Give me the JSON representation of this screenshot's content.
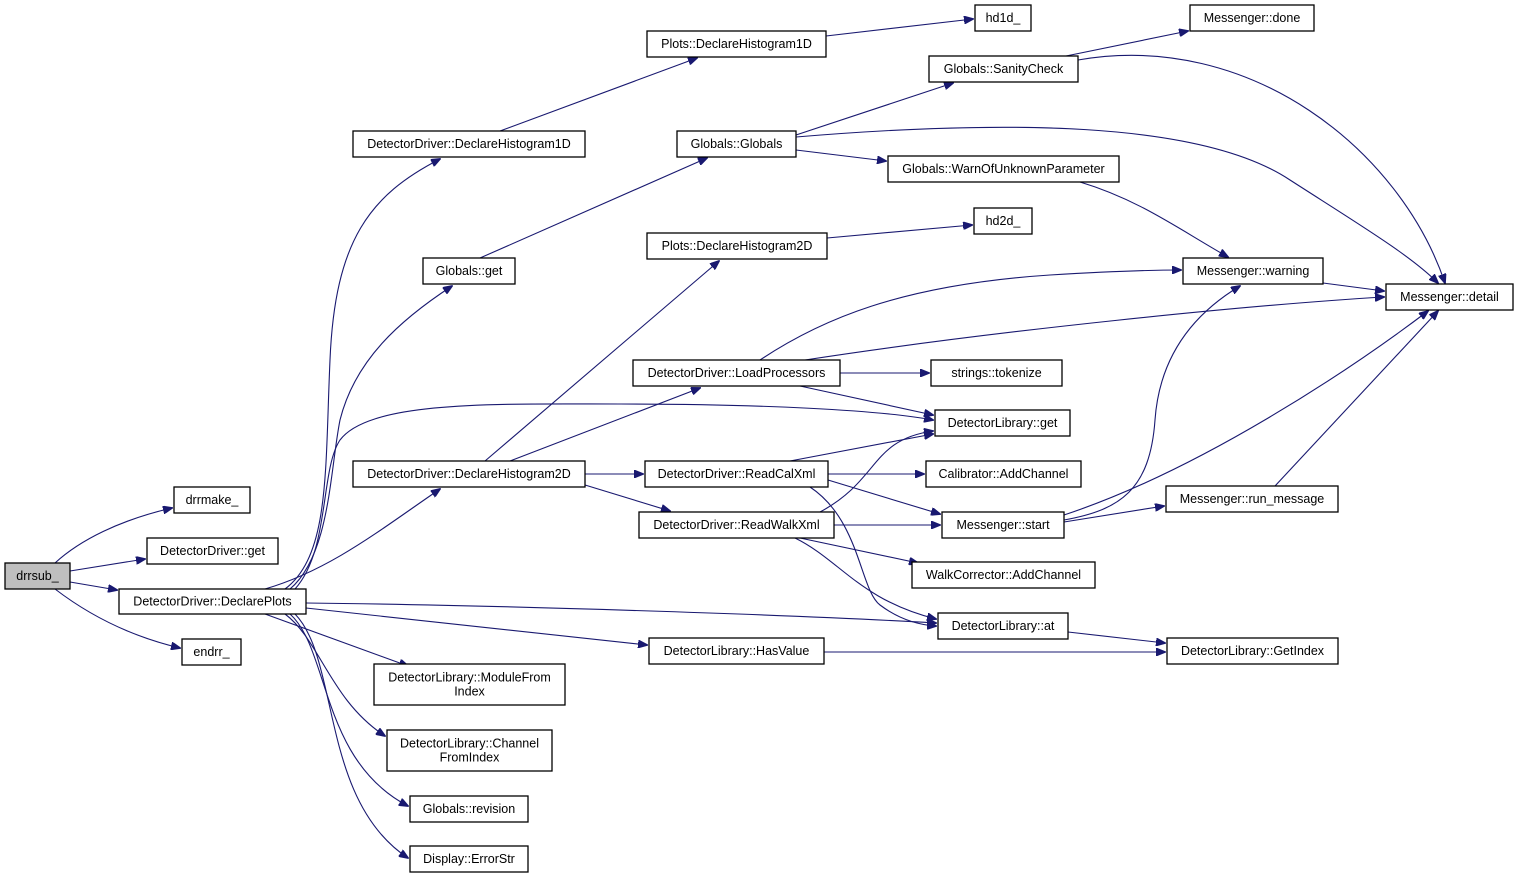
{
  "colors": {
    "edge": "#191970",
    "root_fill": "#bfbfbf",
    "node_fill": "#ffffff",
    "node_border": "#000000"
  },
  "nodes": [
    {
      "id": "drrsub",
      "lines": [
        "drrsub_"
      ],
      "root": true
    },
    {
      "id": "drrmake",
      "lines": [
        "drrmake_"
      ]
    },
    {
      "id": "dd_get",
      "lines": [
        "DetectorDriver::get"
      ]
    },
    {
      "id": "dd_declareplots",
      "lines": [
        "DetectorDriver::DeclarePlots"
      ]
    },
    {
      "id": "endrr",
      "lines": [
        "endrr_"
      ]
    },
    {
      "id": "dd_dh1d",
      "lines": [
        "DetectorDriver::DeclareHistogram1D"
      ]
    },
    {
      "id": "dd_dh2d",
      "lines": [
        "DetectorDriver::DeclareHistogram2D"
      ]
    },
    {
      "id": "g_get",
      "lines": [
        "Globals::get"
      ]
    },
    {
      "id": "dl_modulefromindex",
      "lines": [
        "DetectorLibrary::ModuleFrom",
        "Index"
      ]
    },
    {
      "id": "dl_channelfromindex",
      "lines": [
        "DetectorLibrary::Channel",
        "FromIndex"
      ]
    },
    {
      "id": "g_revision",
      "lines": [
        "Globals::revision"
      ]
    },
    {
      "id": "disp_errorstr",
      "lines": [
        "Display::ErrorStr"
      ]
    },
    {
      "id": "p_dh1d",
      "lines": [
        "Plots::DeclareHistogram1D"
      ]
    },
    {
      "id": "g_globals",
      "lines": [
        "Globals::Globals"
      ]
    },
    {
      "id": "p_dh2d",
      "lines": [
        "Plots::DeclareHistogram2D"
      ]
    },
    {
      "id": "dd_loadprocessors",
      "lines": [
        "DetectorDriver::LoadProcessors"
      ]
    },
    {
      "id": "dd_readcalxml",
      "lines": [
        "DetectorDriver::ReadCalXml"
      ]
    },
    {
      "id": "dd_readwalkxml",
      "lines": [
        "DetectorDriver::ReadWalkXml"
      ]
    },
    {
      "id": "dl_hasvalue",
      "lines": [
        "DetectorLibrary::HasValue"
      ]
    },
    {
      "id": "hd1d",
      "lines": [
        "hd1d_"
      ]
    },
    {
      "id": "g_sanitycheck",
      "lines": [
        "Globals::SanityCheck"
      ]
    },
    {
      "id": "g_warnunknown",
      "lines": [
        "Globals::WarnOfUnknownParameter"
      ]
    },
    {
      "id": "hd2d",
      "lines": [
        "hd2d_"
      ]
    },
    {
      "id": "s_tokenize",
      "lines": [
        "strings::tokenize"
      ]
    },
    {
      "id": "dl_get",
      "lines": [
        "DetectorLibrary::get"
      ]
    },
    {
      "id": "cal_addchannel",
      "lines": [
        "Calibrator::AddChannel"
      ]
    },
    {
      "id": "m_start",
      "lines": [
        "Messenger::start"
      ]
    },
    {
      "id": "wc_addchannel",
      "lines": [
        "WalkCorrector::AddChannel"
      ]
    },
    {
      "id": "dl_at",
      "lines": [
        "DetectorLibrary::at"
      ]
    },
    {
      "id": "m_done",
      "lines": [
        "Messenger::done"
      ]
    },
    {
      "id": "m_warning",
      "lines": [
        "Messenger::warning"
      ]
    },
    {
      "id": "m_runmessage",
      "lines": [
        "Messenger::run_message"
      ]
    },
    {
      "id": "dl_getindex",
      "lines": [
        "DetectorLibrary::GetIndex"
      ]
    },
    {
      "id": "m_detail",
      "lines": [
        "Messenger::detail"
      ]
    }
  ]
}
